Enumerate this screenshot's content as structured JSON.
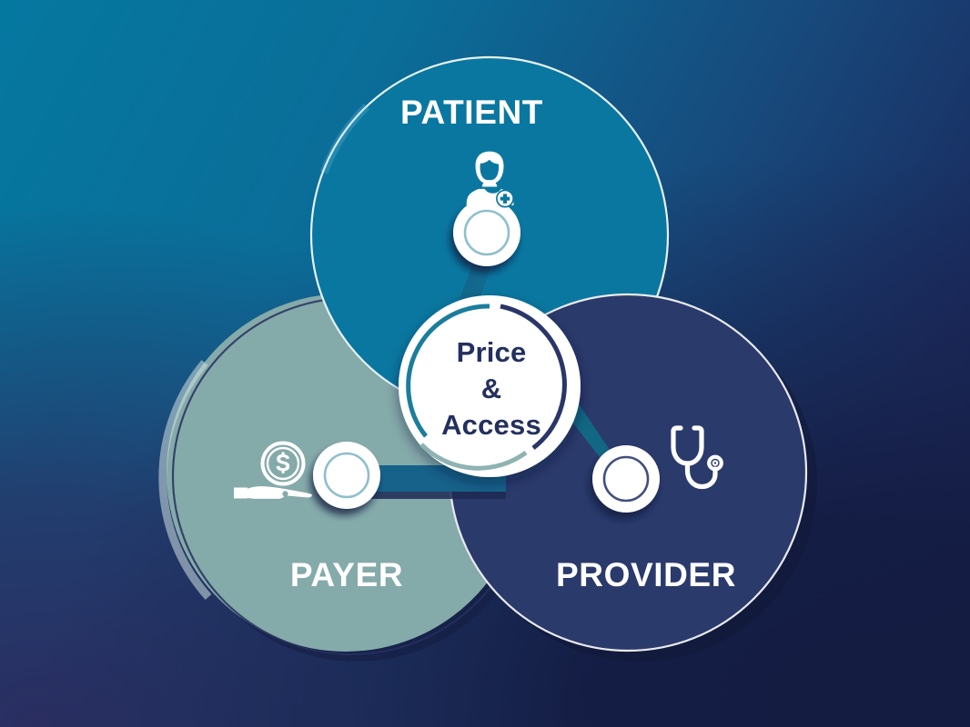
{
  "diagram": {
    "type": "venn-three-circle",
    "center": {
      "line1": "Price",
      "line2": "&",
      "line3": "Access",
      "text_color": "#23305e",
      "fill": "#ffffff"
    },
    "segments": [
      {
        "id": "patient",
        "label": "PATIENT",
        "color": "#0a77a0",
        "icon": "nurse-icon",
        "node": "connector-node"
      },
      {
        "id": "payer",
        "label": "PAYER",
        "color": "#85aaaa",
        "icon": "hand-holding-dollar-icon",
        "node": "connector-node"
      },
      {
        "id": "provider",
        "label": "PROVIDER",
        "color": "#2a3a6b",
        "icon": "stethoscope-icon",
        "node": "connector-node"
      }
    ],
    "colors": {
      "background_start": "#0578a0",
      "background_end": "#151d44",
      "background_accent": "#2a2d60",
      "connector_bar": "#1a6385",
      "node_fill": "#ffffff",
      "node_ring": "#9cc9d8",
      "outline": "#ffffff",
      "shadow": "#1b2450"
    }
  }
}
